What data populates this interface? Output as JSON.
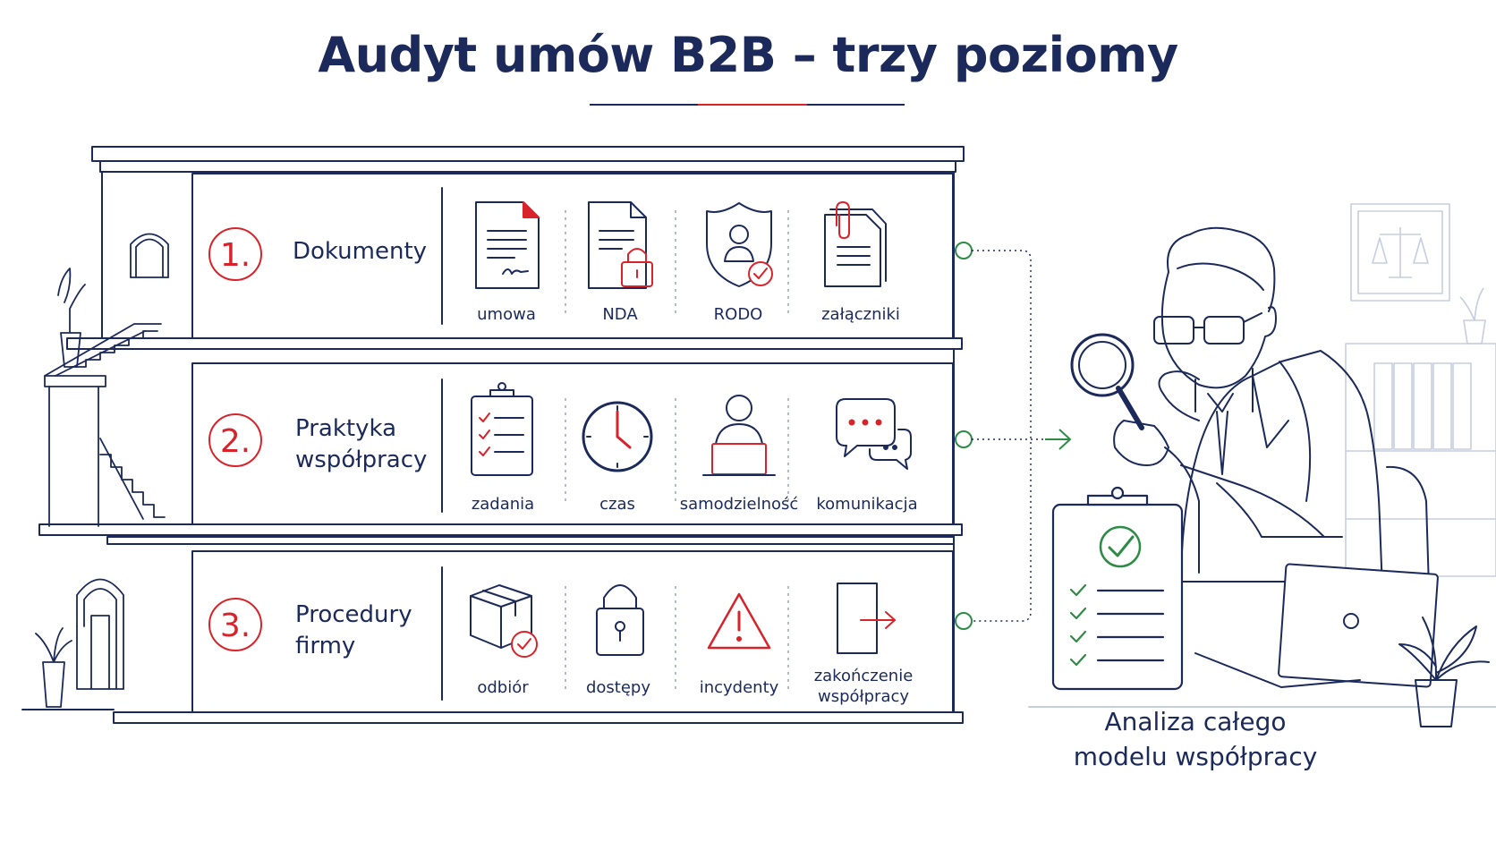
{
  "title": "Audyt umów B2B – trzy poziomy",
  "colors": {
    "navy": "#1b2a5a",
    "red": "#d8232a",
    "green": "#2e8b46"
  },
  "levels": [
    {
      "number": "1.",
      "label": "Dokumenty",
      "items": [
        {
          "icon": "document-signature-icon",
          "label": "umowa"
        },
        {
          "icon": "locked-document-icon",
          "label": "NDA"
        },
        {
          "icon": "privacy-shield-icon",
          "label": "RODO"
        },
        {
          "icon": "paperclip-documents-icon",
          "label": "załączniki"
        }
      ]
    },
    {
      "number": "2.",
      "label": "Praktyka współpracy",
      "items": [
        {
          "icon": "task-clipboard-icon",
          "label": "zadania"
        },
        {
          "icon": "clock-icon",
          "label": "czas"
        },
        {
          "icon": "person-laptop-icon",
          "label": "samodzielność"
        },
        {
          "icon": "chat-bubbles-icon",
          "label": "komunikacja"
        }
      ]
    },
    {
      "number": "3.",
      "label": "Procedury firmy",
      "items": [
        {
          "icon": "package-check-icon",
          "label": "odbiór"
        },
        {
          "icon": "padlock-icon",
          "label": "dostępy"
        },
        {
          "icon": "warning-triangle-icon",
          "label": "incydenty"
        },
        {
          "icon": "exit-door-icon",
          "label": "zakończenie współpracy"
        }
      ]
    }
  ],
  "summary": "Analiza całego modelu współpracy"
}
